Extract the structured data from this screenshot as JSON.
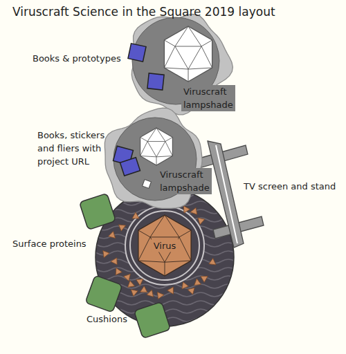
{
  "diagram": {
    "title": "Viruscraft Science in the Square 2019 layout",
    "nodes": [
      {
        "text": [
          "Viruscraft lampshade"
        ]
      },
      {
        "text": [
          "Viruscraft lampshade"
        ]
      },
      {
        "text": [
          "Virus"
        ]
      }
    ],
    "labels": [
      "Books & prototypes",
      "Books, stickers and fliers with project URL",
      "TV screen and stand",
      "Surface proteins",
      "Cushions"
    ]
  }
}
